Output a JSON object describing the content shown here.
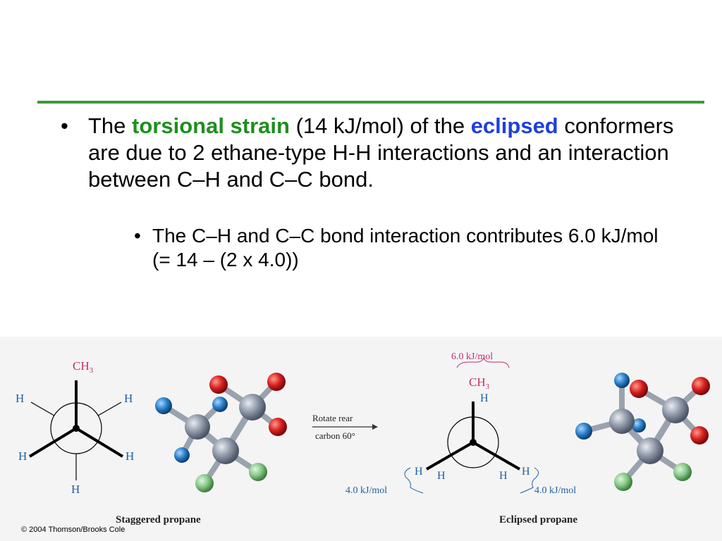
{
  "bullet1": {
    "text_before": "The ",
    "term_torsional": "torsional strain",
    "text_middle": " (14 kJ/mol) of the ",
    "term_eclipsed": "eclipsed",
    "text_after": " conformers are due to 2 ethane-type H-H interactions and an interaction between C–H and C–C bond."
  },
  "bullet2": {
    "text": "The C–H and C–C bond interaction contributes 6.0 kJ/mol (= 14 – (2 x 4.0))"
  },
  "figure": {
    "staggered": {
      "front_top": "CH",
      "front_top_sub": "3",
      "h_upper_left": "H",
      "h_upper_right": "H",
      "h_lower_left": "H",
      "h_lower_right": "H",
      "h_bottom": "H",
      "caption": "Staggered propane"
    },
    "rotate_label_line1": "Rotate rear",
    "rotate_label_line2": "carbon 60°",
    "eclipsed": {
      "energy_top": "6.0 kJ/mol",
      "front_top": "CH",
      "front_top_sub": "3",
      "h_top_rear": "H",
      "h_left_front": "H",
      "h_left_rear": "H",
      "h_right_rear": "H",
      "h_right_front": "H",
      "energy_left": "4.0 kJ/mol",
      "energy_right": "4.0 kJ/mol",
      "caption": "Eclipsed propane"
    },
    "copyright": "© 2004 Thomson/Brooks Cole"
  },
  "colors": {
    "rule": "#3a9a3a",
    "torsional": "#1f8f1f",
    "eclipsed": "#1d3fe0",
    "ch3_label": "#c0306e",
    "h_label": "#2060a0",
    "atom_carbon": "#8892a0",
    "atom_oxygen_red": "#d02020",
    "atom_blue": "#2a7fc8",
    "atom_green": "#7cc47c"
  }
}
